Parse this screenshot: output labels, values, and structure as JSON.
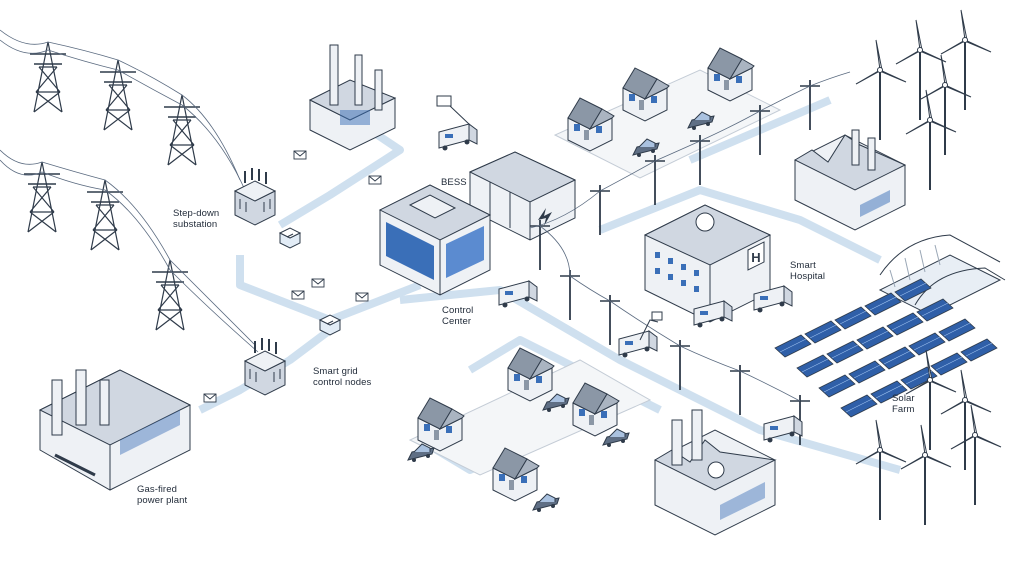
{
  "labels": {
    "step_down_substation": "Step-down\nsubstation",
    "bess": "BESS",
    "control_center": "Control\nCenter",
    "smart_hospital": "Smart\nHospital",
    "smart_grid_nodes": "Smart grid\ncontrol nodes",
    "solar_farm": "Solar\nFarm",
    "gas_fired_plant": "Gas-fired\npower plant"
  },
  "hospital_sign": "H",
  "palette": {
    "line": "#2f3b4a",
    "roof": "#8b97a6",
    "wall": "#eef1f5",
    "window": "#3a6fb8",
    "panel": "#2f5fa8",
    "path": "#dce8f3",
    "ground": "#f4f6f8"
  }
}
